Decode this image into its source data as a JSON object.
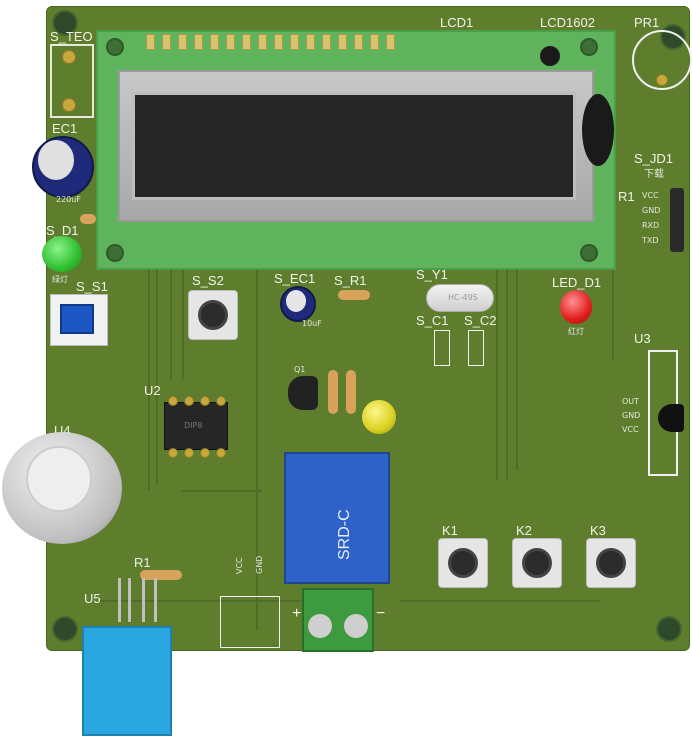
{
  "labels": {
    "s_teo": "S_TEO",
    "ec1": "EC1",
    "ec1_value": "220uF",
    "s_d1": "S_D1",
    "s_d1_note": "绿灯",
    "s_s1": "S_S1",
    "s_s2": "S_S2",
    "s_ec1": "S_EC1",
    "s_ec1_value": "10uF",
    "s_r1": "S_R1",
    "s_y1": "S_Y1",
    "y1_text": "HC-49S",
    "s_c1": "S_C1",
    "s_c2": "S_C2",
    "led_d1": "LED_D1",
    "led_d1_note": "红灯",
    "u2": "U2",
    "u2_chip": "DIP8",
    "u3": "U3",
    "u3_pins": [
      "OUT",
      "GND",
      "VCC"
    ],
    "u4": "U4",
    "u5": "U5",
    "r1": "R1",
    "r1_right": "R1",
    "k1": "K1",
    "k2": "K2",
    "k3": "K3",
    "lcd1": "LCD1",
    "lcd_model": "LCD1602",
    "pr1": "PR1",
    "s_jd1": "S_JD1",
    "s_jd1_sub": "下载",
    "jd1_pins": [
      "VCC",
      "GND",
      "RXD",
      "TXD"
    ],
    "relay": "SRD-C",
    "terminal_plus": "+",
    "terminal_minus": "−",
    "vcc": "VCC",
    "gnd": "GND",
    "q_label": "Q1"
  },
  "colors": {
    "board": "#5e7e2e",
    "lcd_pcb": "#5fb35c",
    "relay": "#2f62c8",
    "led_green": "#2fbf2f",
    "led_red": "#e21d1d",
    "led_yellow": "#d9d11f",
    "terminal": "#3d9a3f",
    "sensor": "#2aa7e0"
  }
}
